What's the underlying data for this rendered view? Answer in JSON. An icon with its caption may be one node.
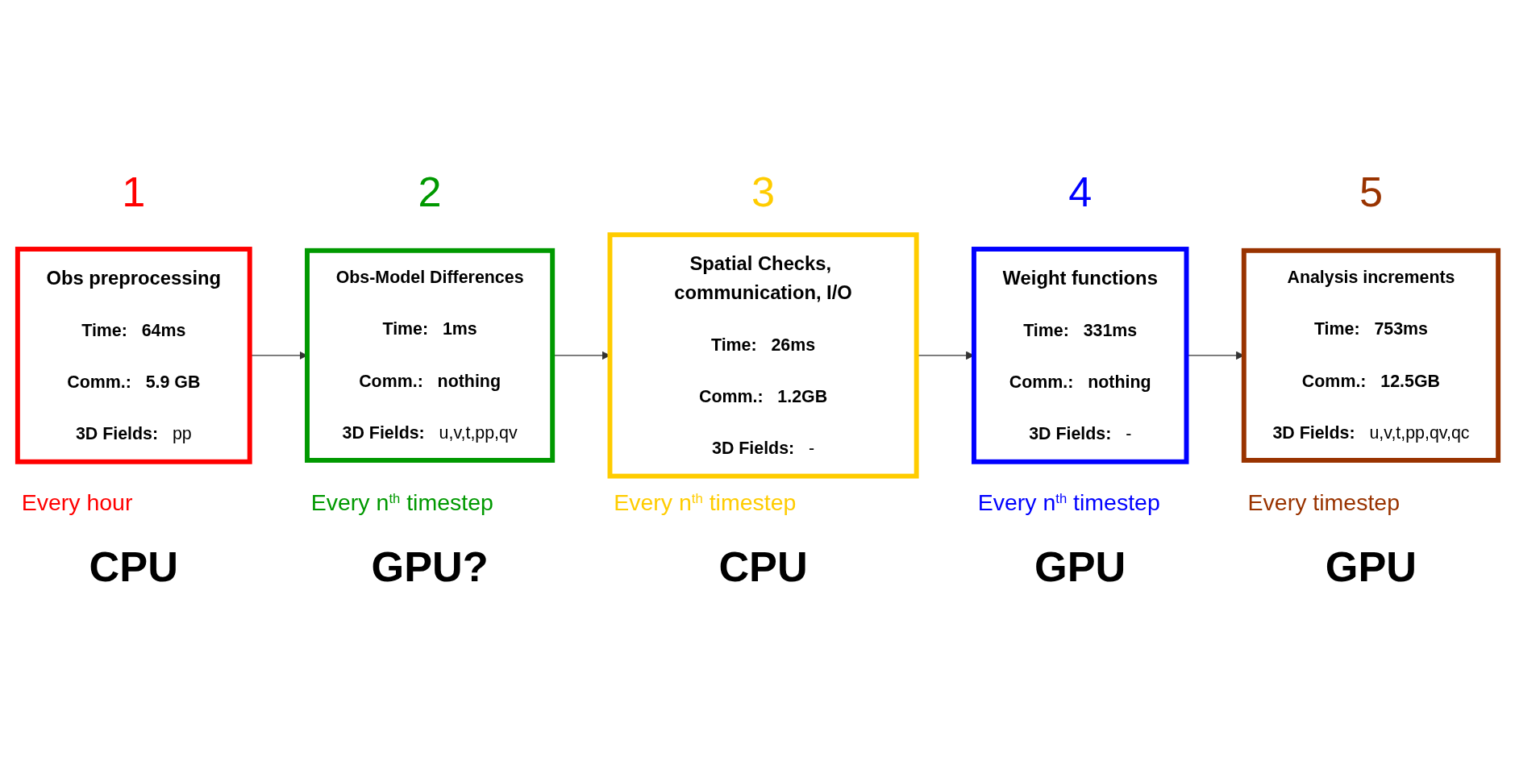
{
  "diagram": {
    "nodes": [
      {
        "text": [
          "Obs preprocessing",
          "Time:",
          "64ms",
          "Comm.:",
          "5.9 GB",
          "3D Fields:",
          "pp"
        ],
        "beside": [
          "1",
          "Every hour",
          "CPU"
        ]
      },
      {
        "text": [
          "Obs-Model Differences",
          "Time:",
          "1ms",
          "Comm.:",
          "nothing",
          "3D Fields:",
          "u,v,t,pp,qv"
        ],
        "beside": [
          "2",
          "Every n$^{th}$ timestep",
          "GPU?"
        ]
      },
      {
        "text": [
          "Spatial Checks, communication, I/O",
          "Time:",
          "26ms",
          "Comm.:",
          "1.2GB",
          "3D Fields:",
          "-"
        ],
        "beside": [
          "3",
          "Every n$^{th}$ timestep",
          "CPU"
        ]
      },
      {
        "text": [
          "Weight functions",
          "Time:",
          "331ms",
          "Comm.:",
          "nothing",
          "3D Fields:",
          "-"
        ],
        "beside": [
          "4",
          "Every n$^{th}$ timestep",
          "GPU"
        ]
      },
      {
        "text": [
          "Analysis increments",
          "Time:",
          "753ms",
          "Comm.:",
          "12.5GB",
          "3D Fields:",
          "u,v,t,pp,qv,qc"
        ],
        "beside": [
          "5",
          "Every timestep",
          "GPU"
        ]
      }
    ],
    "edges": [
      {
        "from": 0,
        "to": 1,
        "arrow": "to"
      },
      {
        "from": 1,
        "to": 2,
        "arrow": "to"
      },
      {
        "from": 2,
        "to": 3,
        "arrow": "to"
      },
      {
        "from": 3,
        "to": 4,
        "arrow": "to"
      }
    ]
  }
}
